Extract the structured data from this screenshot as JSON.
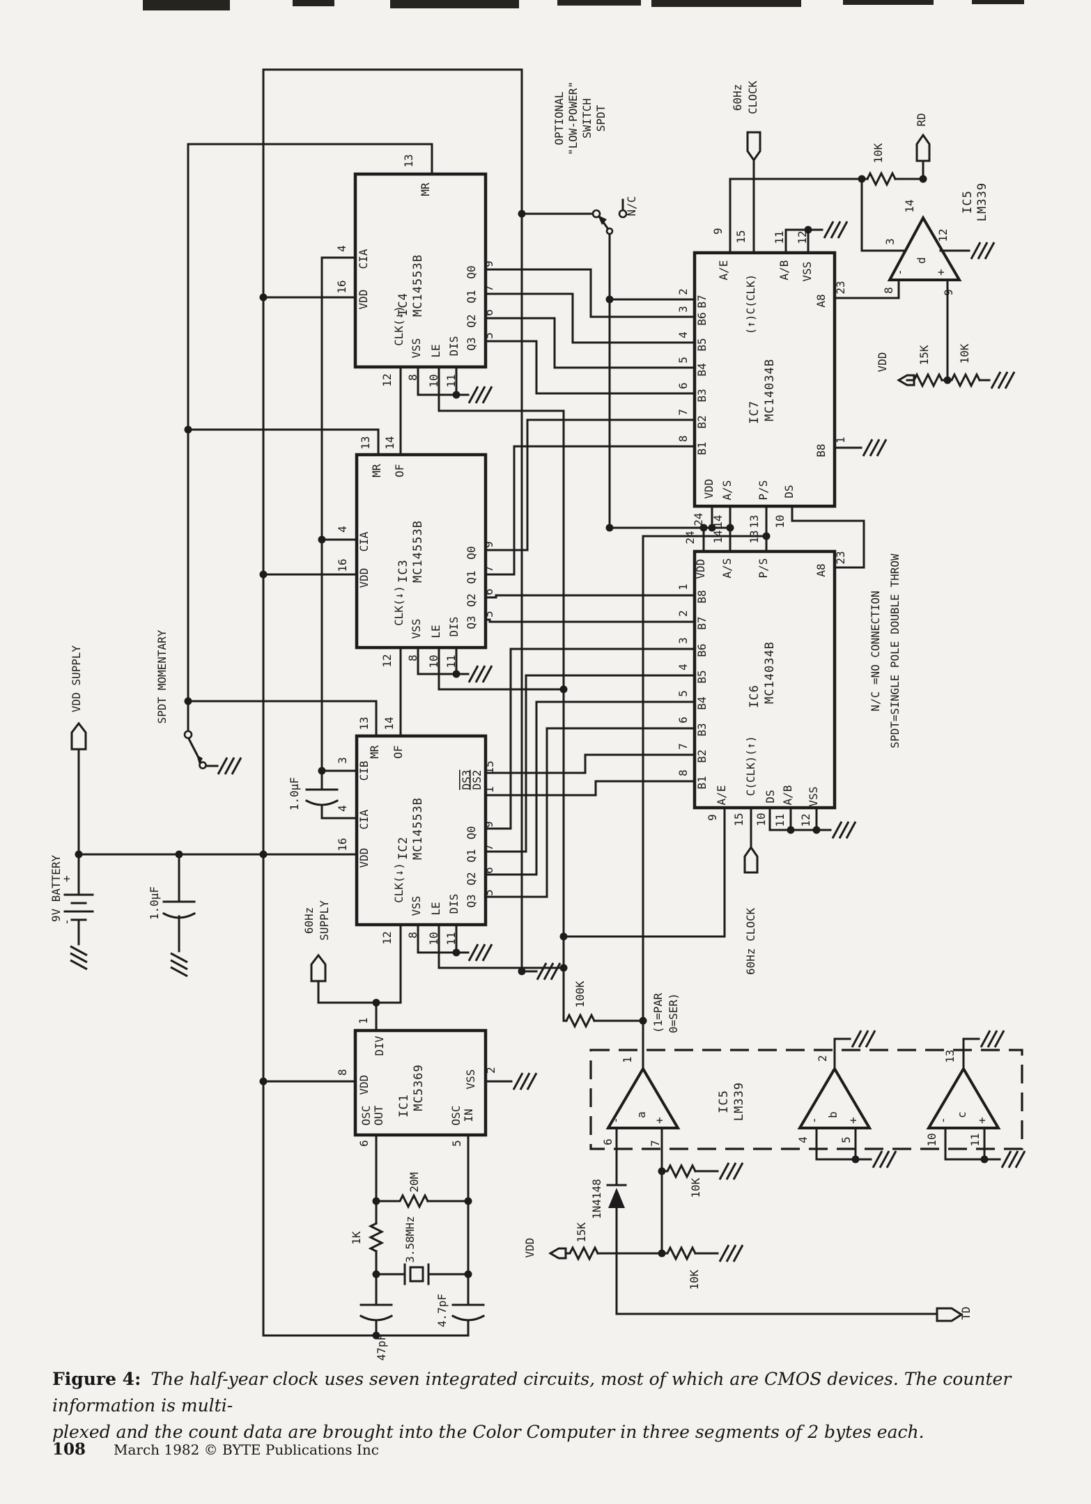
{
  "palette": {
    "paper": "#f4f2ee",
    "ink": "#1c1c1c"
  },
  "caption": {
    "label": "Figure 4:",
    "line1": "The half-year clock uses seven integrated circuits, most of which are CMOS devices. The counter information is multi-",
    "line2": "plexed and the count data are brought into the Color Computer in three segments of 2 bytes each."
  },
  "footer": {
    "page": "108",
    "text": "March 1982 © BYTE Publications Inc"
  },
  "notes": {
    "nc": "N/C =NO CONNECTION",
    "spdt": "SPDT=SINGLE POLE DOUBLE THROW"
  },
  "left": {
    "vdd_supply": "VDD SUPPLY",
    "momentary": "SPDT MOMENTARY",
    "battery": "9V BATTERY",
    "plus": "+",
    "minus": "-",
    "cap": "1.0μF",
    "hz": "60Hz",
    "supply": "SUPPLY"
  },
  "top": {
    "hz": "60Hz",
    "clock": "CLOCK",
    "rd": "RD",
    "r10k": "10K",
    "opt1": "OPTIONAL",
    "opt2": "\"LOW-POWER\"",
    "opt3": "SWITCH",
    "opt4": "SPDT",
    "nc": "N/C"
  },
  "ic1": {
    "name": "IC1",
    "part": "MC5369",
    "pins": [
      "DIV",
      "1",
      "VDD",
      "8",
      "VSS",
      "2",
      "OSC",
      "OUT",
      "6",
      "OSC",
      "IN",
      "5",
      "20M",
      "1K",
      "3.58MHz",
      "47pF",
      "4.7pF"
    ]
  },
  "ic2": {
    "name": "IC2",
    "part": "MC14553B",
    "pins": [
      "MR",
      "13",
      "OF",
      "14",
      "CIB",
      "3",
      "CIA",
      "4",
      "VDD",
      "16",
      "CLK(↓)",
      "12",
      "VSS",
      "8",
      "LE",
      "10",
      "DIS",
      "11",
      "DS3",
      "15",
      "DS2",
      "1",
      "Q0",
      "9",
      "Q1",
      "7",
      "Q2",
      "6",
      "Q3",
      "5",
      "1.0μF"
    ]
  },
  "ic3": {
    "name": "IC3",
    "part": "MC14553B",
    "pins": [
      "MR",
      "13",
      "OF",
      "14",
      "CIA",
      "4",
      "VDD",
      "16",
      "CLK(↓)",
      "12",
      "VSS",
      "8",
      "LE",
      "10",
      "DIS",
      "11",
      "Q0",
      "9",
      "Q1",
      "7",
      "Q2",
      "6",
      "Q3",
      "5"
    ]
  },
  "ic4": {
    "name": "IC4",
    "part": "MC14553B",
    "pins": [
      "MR",
      "13",
      "CIA",
      "4",
      "VDD",
      "16",
      "CLK(↓)",
      "12",
      "VSS",
      "8",
      "LE",
      "10",
      "DIS",
      "11",
      "Q0",
      "9",
      "Q1",
      "7",
      "Q2",
      "6",
      "Q3",
      "5"
    ]
  },
  "ic7": {
    "name": "IC7",
    "part": "MC14034B",
    "pins": [
      "A/E",
      "9",
      "(↑)C(CLK)",
      "15",
      "A/B",
      "11",
      "VSS",
      "12",
      "B7",
      "2",
      "B6",
      "3",
      "B5",
      "4",
      "B4",
      "5",
      "B3",
      "6",
      "B2",
      "7",
      "B1",
      "8",
      "A8",
      "23",
      "B8",
      "1",
      "VDD",
      "24",
      "A/S",
      "14",
      "P/S",
      "13",
      "DS",
      "10"
    ]
  },
  "ic6": {
    "name": "IC6",
    "part": "MC14034B",
    "pins": [
      "VDD",
      "24",
      "A/S",
      "14",
      "P/S",
      "13",
      "B8",
      "1",
      "B7",
      "2",
      "B6",
      "3",
      "B5",
      "4",
      "B4",
      "5",
      "B3",
      "6",
      "B2",
      "7",
      "B1",
      "8",
      "A8",
      "23",
      "A/E",
      "9",
      "C(CLK)(↑)",
      "15",
      "DS",
      "10",
      "A/B",
      "11",
      "VSS",
      "12",
      "60Hz CLOCK"
    ]
  },
  "ic5": {
    "name": "IC5",
    "part": "LM339",
    "d": [
      "d",
      "14",
      "3",
      "8",
      "9",
      "12",
      "-",
      "+"
    ],
    "a": [
      "a",
      "1",
      "6",
      "7",
      "-",
      "+"
    ],
    "b": [
      "b",
      "2",
      "4",
      "5",
      "-",
      "+"
    ],
    "c": [
      "c",
      "13",
      "10",
      "11",
      "-",
      "+"
    ]
  },
  "misc": {
    "r100k": "100K",
    "par": "(1=PAR",
    "ser": "0=SER)",
    "diode": "1N4148",
    "vdd": "VDD",
    "r15k": "15K",
    "r10k_a": "10K",
    "r10k_b": "10K",
    "td": "TD",
    "d_vdd": "VDD",
    "d_r15k": "15K",
    "d_r10k": "10K"
  }
}
